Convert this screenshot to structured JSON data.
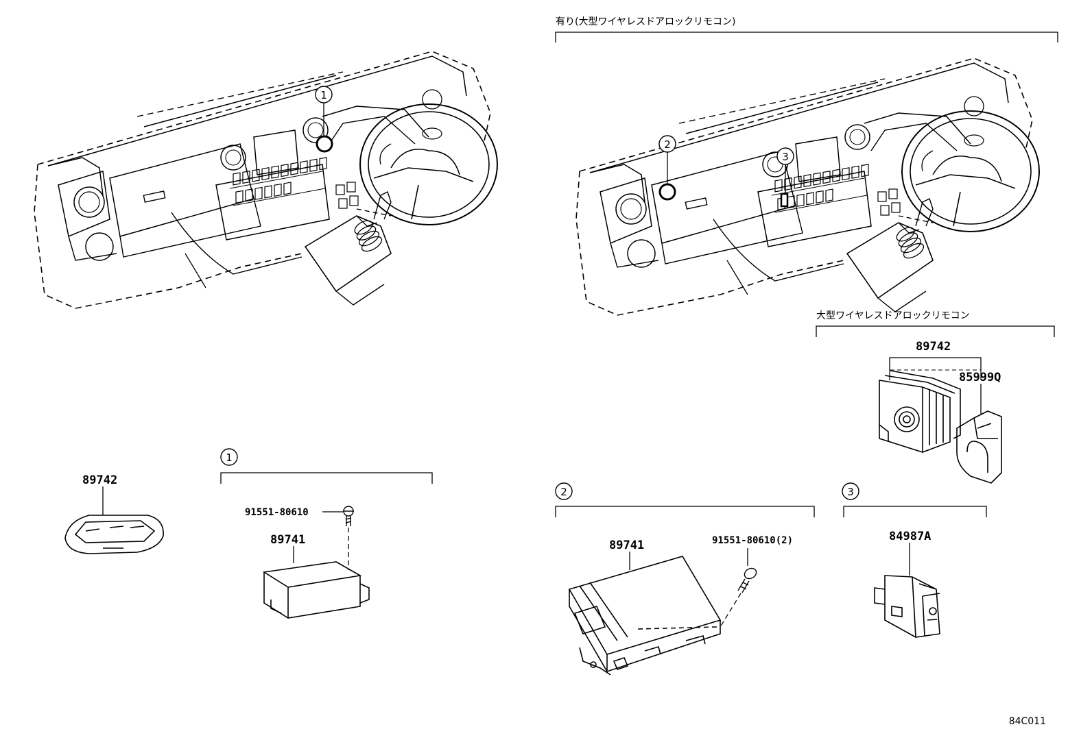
{
  "header_right": "有り(大型ワイヤレスドアロックリモコン)",
  "subheader_right": "大型ワイヤレスドアロックリモコン",
  "callouts": {
    "c1": "1",
    "c2": "2",
    "c3": "3"
  },
  "parts": {
    "key_fob": "89742",
    "receiver_1": "89741",
    "bolt_1": "91551-80610",
    "receiver_2": "89741",
    "bolt_2": "91551-80610(2)",
    "remote_large": "89742",
    "remote_holder": "85999Q",
    "switch": "84987A"
  },
  "diagram_code": "84C011",
  "colors": {
    "line": "#000000",
    "background": "#ffffff"
  }
}
